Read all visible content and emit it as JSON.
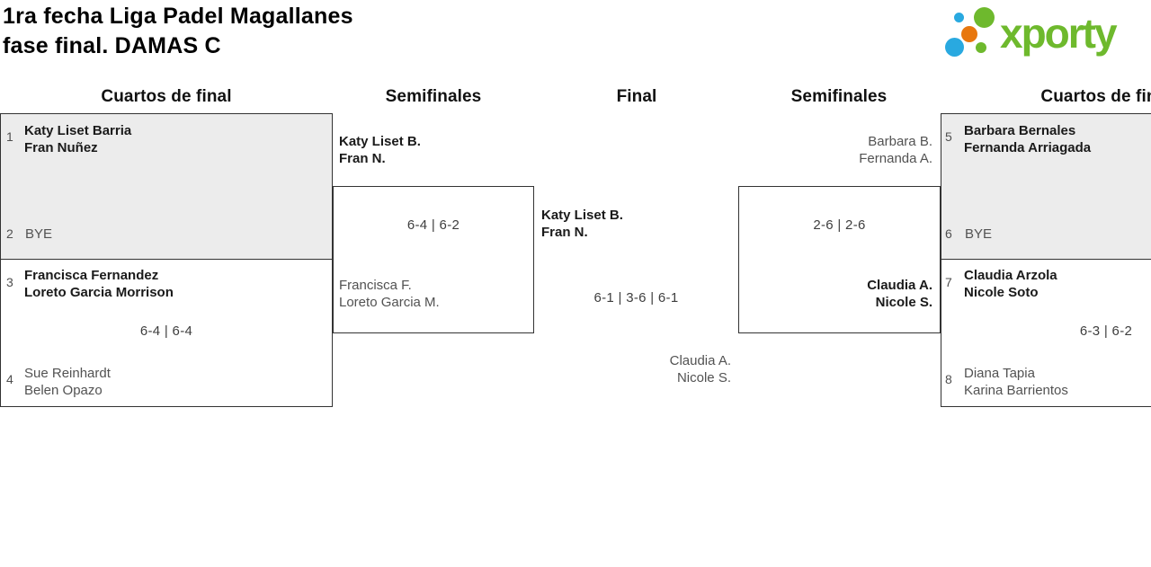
{
  "title": {
    "line1": "1ra fecha Liga Padel Magallanes",
    "line2": "fase final. DAMAS C"
  },
  "logo": {
    "text": "xporty",
    "dots": [
      "blue-small",
      "green-large",
      "orange-medium",
      "blue-large",
      "green-small"
    ]
  },
  "colors": {
    "logo_green": "#6eb92d",
    "logo_blue": "#29a9e0",
    "logo_orange": "#e8770e",
    "box_shade": "#ececec",
    "box_border": "#333333"
  },
  "rounds": {
    "qf_left": "Cuartos de final",
    "sf_left": "Semifinales",
    "final": "Final",
    "sf_right": "Semifinales",
    "qf_right": "Cuartos de final"
  },
  "matches": {
    "qf1": {
      "seed_top": "1",
      "team_top": {
        "p1": "Katy Liset Barria",
        "p2": "Fran Nuñez"
      },
      "seed_bottom": "2",
      "team_bottom": {
        "p1": "BYE"
      }
    },
    "qf2": {
      "seed_top": "3",
      "team_top": {
        "p1": "Francisca Fernandez",
        "p2": "Loreto Garcia Morrison"
      },
      "score": "6-4 | 6-4",
      "seed_bottom": "4",
      "team_bottom": {
        "p1": "Sue Reinhardt",
        "p2": "Belen Opazo"
      }
    },
    "sf1": {
      "team_top": {
        "p1": "Katy Liset B.",
        "p2": "Fran N."
      },
      "score": "6-4 | 6-2",
      "team_bottom": {
        "p1": "Francisca F.",
        "p2": "Loreto Garcia M."
      }
    },
    "final": {
      "team_top": {
        "p1": "Katy Liset B.",
        "p2": "Fran N."
      },
      "score": "6-1 | 3-6 | 6-1",
      "team_bottom": {
        "p1": "Claudia A.",
        "p2": "Nicole S."
      }
    },
    "sf2": {
      "team_top": {
        "p1": "Barbara B.",
        "p2": "Fernanda A."
      },
      "score": "2-6 | 2-6",
      "team_bottom": {
        "p1": "Claudia A.",
        "p2": "Nicole S."
      }
    },
    "qf3": {
      "seed_top": "5",
      "team_top": {
        "p1": "Barbara Bernales",
        "p2": "Fernanda Arriagada"
      },
      "seed_bottom": "6",
      "team_bottom": {
        "p1": "BYE"
      }
    },
    "qf4": {
      "seed_top": "7",
      "team_top": {
        "p1": "Claudia Arzola",
        "p2": "Nicole Soto"
      },
      "score": "6-3 | 6-2",
      "seed_bottom": "8",
      "team_bottom": {
        "p1": "Diana Tapia",
        "p2": "Karina Barrientos"
      }
    }
  }
}
